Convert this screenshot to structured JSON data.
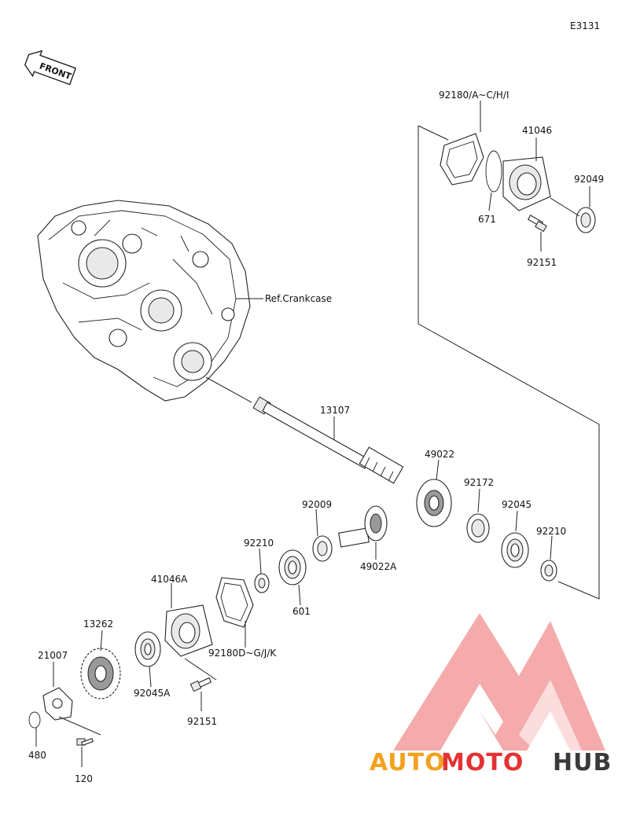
{
  "diagram_id": "E3131",
  "front_label": "FRONT",
  "ref_label": "Ref.Crankcase",
  "parts": {
    "p92180_aci": "92180/A~C/H/I",
    "p41046": "41046",
    "p92049": "92049",
    "p671": "671",
    "p92151_top": "92151",
    "p13107": "13107",
    "p49022": "49022",
    "p92172": "92172",
    "p92045": "92045",
    "p92210_right": "92210",
    "p92009": "92009",
    "p49022a": "49022A",
    "p92210_left": "92210",
    "p601": "601",
    "p41046a": "41046A",
    "p92180_dgjk": "92180D~G/J/K",
    "p13262": "13262",
    "p92045a": "92045A",
    "p92151_bottom": "92151",
    "p21007": "21007",
    "p480": "480",
    "p120": "120"
  },
  "watermark": {
    "word_auto": "AUTO",
    "word_moto": "MOTO",
    "word_hub": "HUB",
    "colors": {
      "auto": "#f3a21f",
      "moto": "#e53232",
      "hub": "#3a3a3a",
      "triangle": "#f08a8a"
    }
  }
}
